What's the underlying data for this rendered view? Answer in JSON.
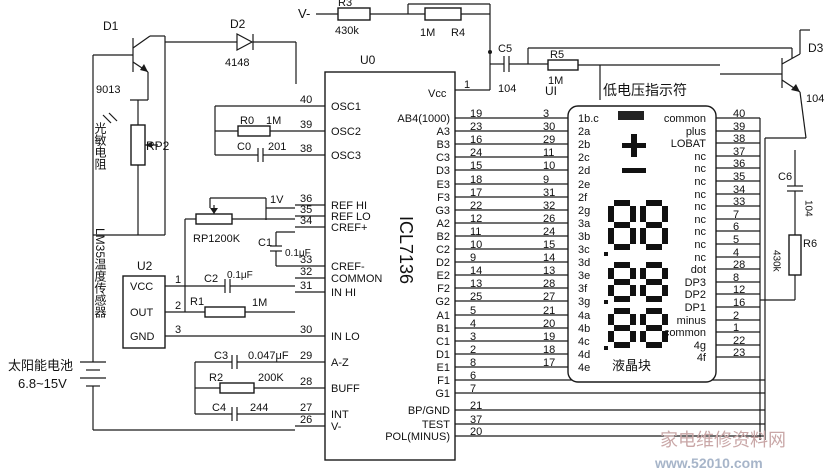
{
  "components": {
    "D1": "D1",
    "Q1": "9013",
    "RP2": "RP2",
    "photo": "光敏电阻",
    "D2": "D2",
    "D2_part": "4148",
    "Vminus": "V-",
    "R3": "R3",
    "R3_val": "430k",
    "R4": "R4",
    "R4_val": "1M",
    "C5": "C5",
    "C5_val": "104",
    "R5": "R5",
    "R5_val": "1M",
    "D3": "D3",
    "D3_val": "104",
    "C6": "C6",
    "C6_val": "104",
    "R6": "R6",
    "R6_val": "430k",
    "R0": "R0",
    "R0_val": "1M",
    "C0": "C0",
    "C0_val": "201",
    "RP1": "RP1200K",
    "V1": "1V",
    "C1": "C1",
    "C1_val": "0.1μF",
    "C2": "C2",
    "C2_val": "0.1μF",
    "R1": "R1",
    "R1_val": "1M",
    "C3": "C3",
    "C3_val": "0.047μF",
    "R2": "R2",
    "R2_val": "200K",
    "C4": "C4",
    "C4_val": "244",
    "U2": "U2",
    "lm35": "LM35温度传感器",
    "battery": "太阳能电池",
    "battery_range": "6.8~15V",
    "U0": "U0",
    "chip": "ICL7136",
    "UI": "UI",
    "lcd_title": "低电压指示符",
    "lcd_label": "液晶块"
  },
  "u2_pins": [
    "VCC",
    "OUT",
    "GND"
  ],
  "u2_pin_nums": [
    "1",
    "2",
    "3"
  ],
  "u0_left": [
    {
      "name": "OSC1",
      "pin": "40"
    },
    {
      "name": "OSC2",
      "pin": "39"
    },
    {
      "name": "OSC3",
      "pin": "38"
    },
    {
      "name": "REF HI",
      "pin": "36"
    },
    {
      "name": "REF LO",
      "pin": "35"
    },
    {
      "name": "CREF+",
      "pin": "34"
    },
    {
      "name": "CREF-",
      "pin": "33"
    },
    {
      "name": "COMMON",
      "pin": "32"
    },
    {
      "name": "IN HI",
      "pin": "31"
    },
    {
      "name": "IN LO",
      "pin": "30"
    },
    {
      "name": "A-Z",
      "pin": "29"
    },
    {
      "name": "BUFF",
      "pin": "28"
    },
    {
      "name": "INT",
      "pin": "27"
    },
    {
      "name": "V-",
      "pin": "26"
    }
  ],
  "u0_vcc": {
    "name": "Vcc",
    "pin": "1"
  },
  "u0_right": [
    {
      "name": "AB4(1000)",
      "pin": "19",
      "lcd": "3",
      "seg": "1b.c"
    },
    {
      "name": "A3",
      "pin": "23",
      "lcd": "30",
      "seg": "2a"
    },
    {
      "name": "B3",
      "pin": "16",
      "lcd": "29",
      "seg": "2b"
    },
    {
      "name": "C3",
      "pin": "24",
      "lcd": "11",
      "seg": "2c"
    },
    {
      "name": "D3",
      "pin": "15",
      "lcd": "10",
      "seg": "2d"
    },
    {
      "name": "E3",
      "pin": "18",
      "lcd": "9",
      "seg": "2e"
    },
    {
      "name": "F3",
      "pin": "17",
      "lcd": "31",
      "seg": "2f"
    },
    {
      "name": "G3",
      "pin": "22",
      "lcd": "32",
      "seg": "2g"
    },
    {
      "name": "A2",
      "pin": "12",
      "lcd": "26",
      "seg": "3a"
    },
    {
      "name": "B2",
      "pin": "11",
      "lcd": "24",
      "seg": "3b"
    },
    {
      "name": "C2",
      "pin": "10",
      "lcd": "15",
      "seg": "3c"
    },
    {
      "name": "D2",
      "pin": "9",
      "lcd": "14",
      "seg": "3d"
    },
    {
      "name": "E2",
      "pin": "14",
      "lcd": "13",
      "seg": "3e"
    },
    {
      "name": "F2",
      "pin": "13",
      "lcd": "28",
      "seg": "3f"
    },
    {
      "name": "G2",
      "pin": "25",
      "lcd": "27",
      "seg": "3g"
    },
    {
      "name": "A1",
      "pin": "5",
      "lcd": "21",
      "seg": "4a"
    },
    {
      "name": "B1",
      "pin": "4",
      "lcd": "20",
      "seg": "4b"
    },
    {
      "name": "C1",
      "pin": "3",
      "lcd": "19",
      "seg": "4c"
    },
    {
      "name": "D1",
      "pin": "2",
      "lcd": "18",
      "seg": "4d"
    },
    {
      "name": "E1",
      "pin": "8",
      "lcd": "17",
      "seg": "4e"
    },
    {
      "name": "F1",
      "pin": "6",
      "lcd": "",
      "seg": ""
    },
    {
      "name": "G1",
      "pin": "7",
      "lcd": "",
      "seg": ""
    }
  ],
  "u0_bottom_right": [
    {
      "name": "BP/GND",
      "pin": "21"
    },
    {
      "name": "TEST",
      "pin": "37"
    },
    {
      "name": "POL(MINUS)",
      "pin": "20"
    }
  ],
  "lcd_right": [
    {
      "name": "common",
      "pin": "40"
    },
    {
      "name": "plus",
      "pin": "39"
    },
    {
      "name": "LOBAT",
      "pin": "38"
    },
    {
      "name": "nc",
      "pin": "37"
    },
    {
      "name": "nc",
      "pin": "36"
    },
    {
      "name": "nc",
      "pin": "35"
    },
    {
      "name": "nc",
      "pin": "34"
    },
    {
      "name": "nc",
      "pin": "33"
    },
    {
      "name": "nc",
      "pin": "7"
    },
    {
      "name": "nc",
      "pin": "6"
    },
    {
      "name": "nc",
      "pin": "5"
    },
    {
      "name": "nc",
      "pin": "4"
    },
    {
      "name": "dot",
      "pin": "28"
    },
    {
      "name": "DP3",
      "pin": "8"
    },
    {
      "name": "DP2",
      "pin": "12"
    },
    {
      "name": "DP1",
      "pin": "16"
    },
    {
      "name": "minus",
      "pin": "2"
    },
    {
      "name": "common",
      "pin": "1"
    },
    {
      "name": "4g",
      "pin": "22"
    },
    {
      "name": "4f",
      "pin": "23"
    }
  ],
  "watermark": "家电维修资料网",
  "watermark_url": "www.52010.com"
}
